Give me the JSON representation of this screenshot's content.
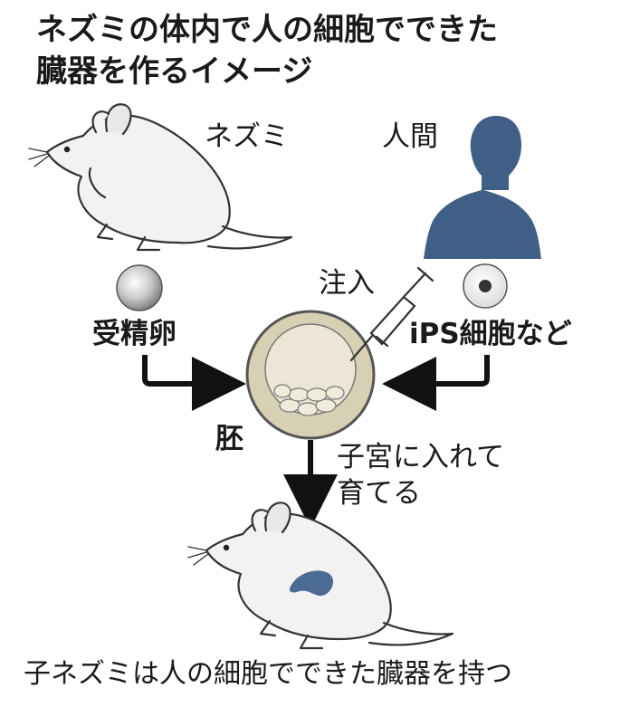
{
  "title": {
    "line1": "ネズミの体内で人の細胞でできた",
    "line2": "臓器を作るイメージ"
  },
  "labels": {
    "mouse": "ネズミ",
    "human": "人間",
    "fertilized_egg": "受精卵",
    "ips_cells": "iPS細胞など",
    "injection": "注入",
    "embryo": "胚",
    "uterus_step": [
      "子宮に入れて",
      "育てる"
    ],
    "result": "子ネズミは人の細胞でできた臓器を持つ"
  },
  "colors": {
    "human_silhouette": "#3f5f86",
    "organ": "#4a6b94",
    "embryo_fill": "#d8d0b4",
    "mouse_fill": "#f2f2f2",
    "outline": "#333333"
  }
}
